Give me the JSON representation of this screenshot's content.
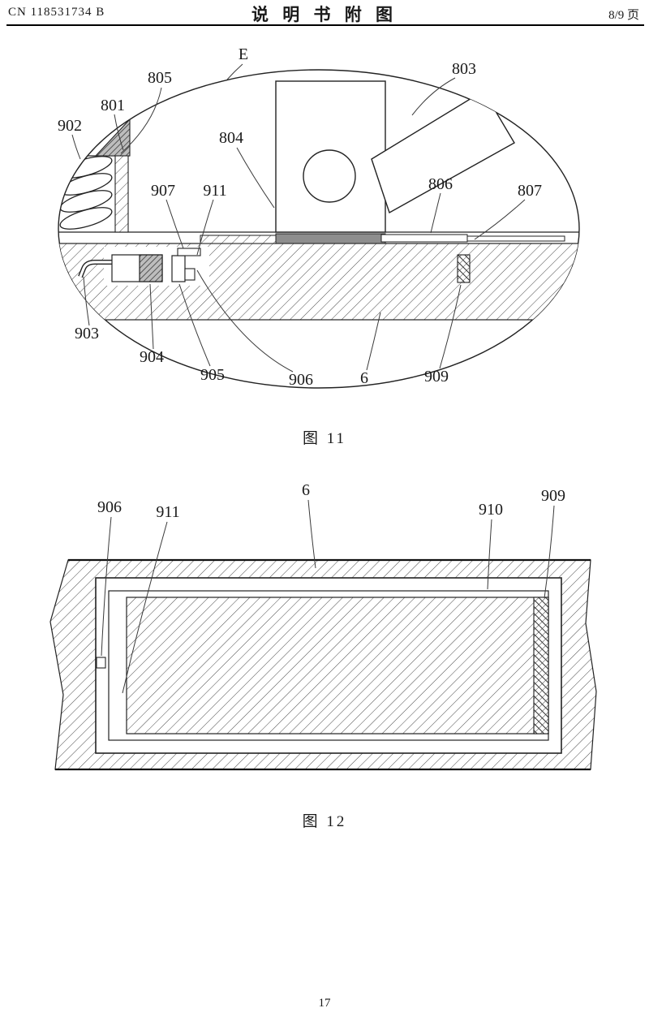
{
  "palette": {
    "paper": "#ffffff",
    "ink": "#1a1a1a"
  },
  "header": {
    "patent_number": "CN 118531734 B",
    "doc_title": "说 明 书 附 图",
    "page_info": "8/9 页"
  },
  "figures": {
    "fig11": {
      "caption": "图 11",
      "labels": {
        "E": "E",
        "6": "6",
        "801": "801",
        "803": "803",
        "804": "804",
        "805": "805",
        "806": "806",
        "807": "807",
        "902": "902",
        "903": "903",
        "904": "904",
        "905": "905",
        "906": "906",
        "907": "907",
        "909": "909",
        "911": "911"
      }
    },
    "fig12": {
      "caption": "图 12",
      "labels": {
        "6": "6",
        "906": "906",
        "909": "909",
        "910": "910",
        "911": "911"
      }
    }
  },
  "footer": {
    "page_number": "17"
  }
}
